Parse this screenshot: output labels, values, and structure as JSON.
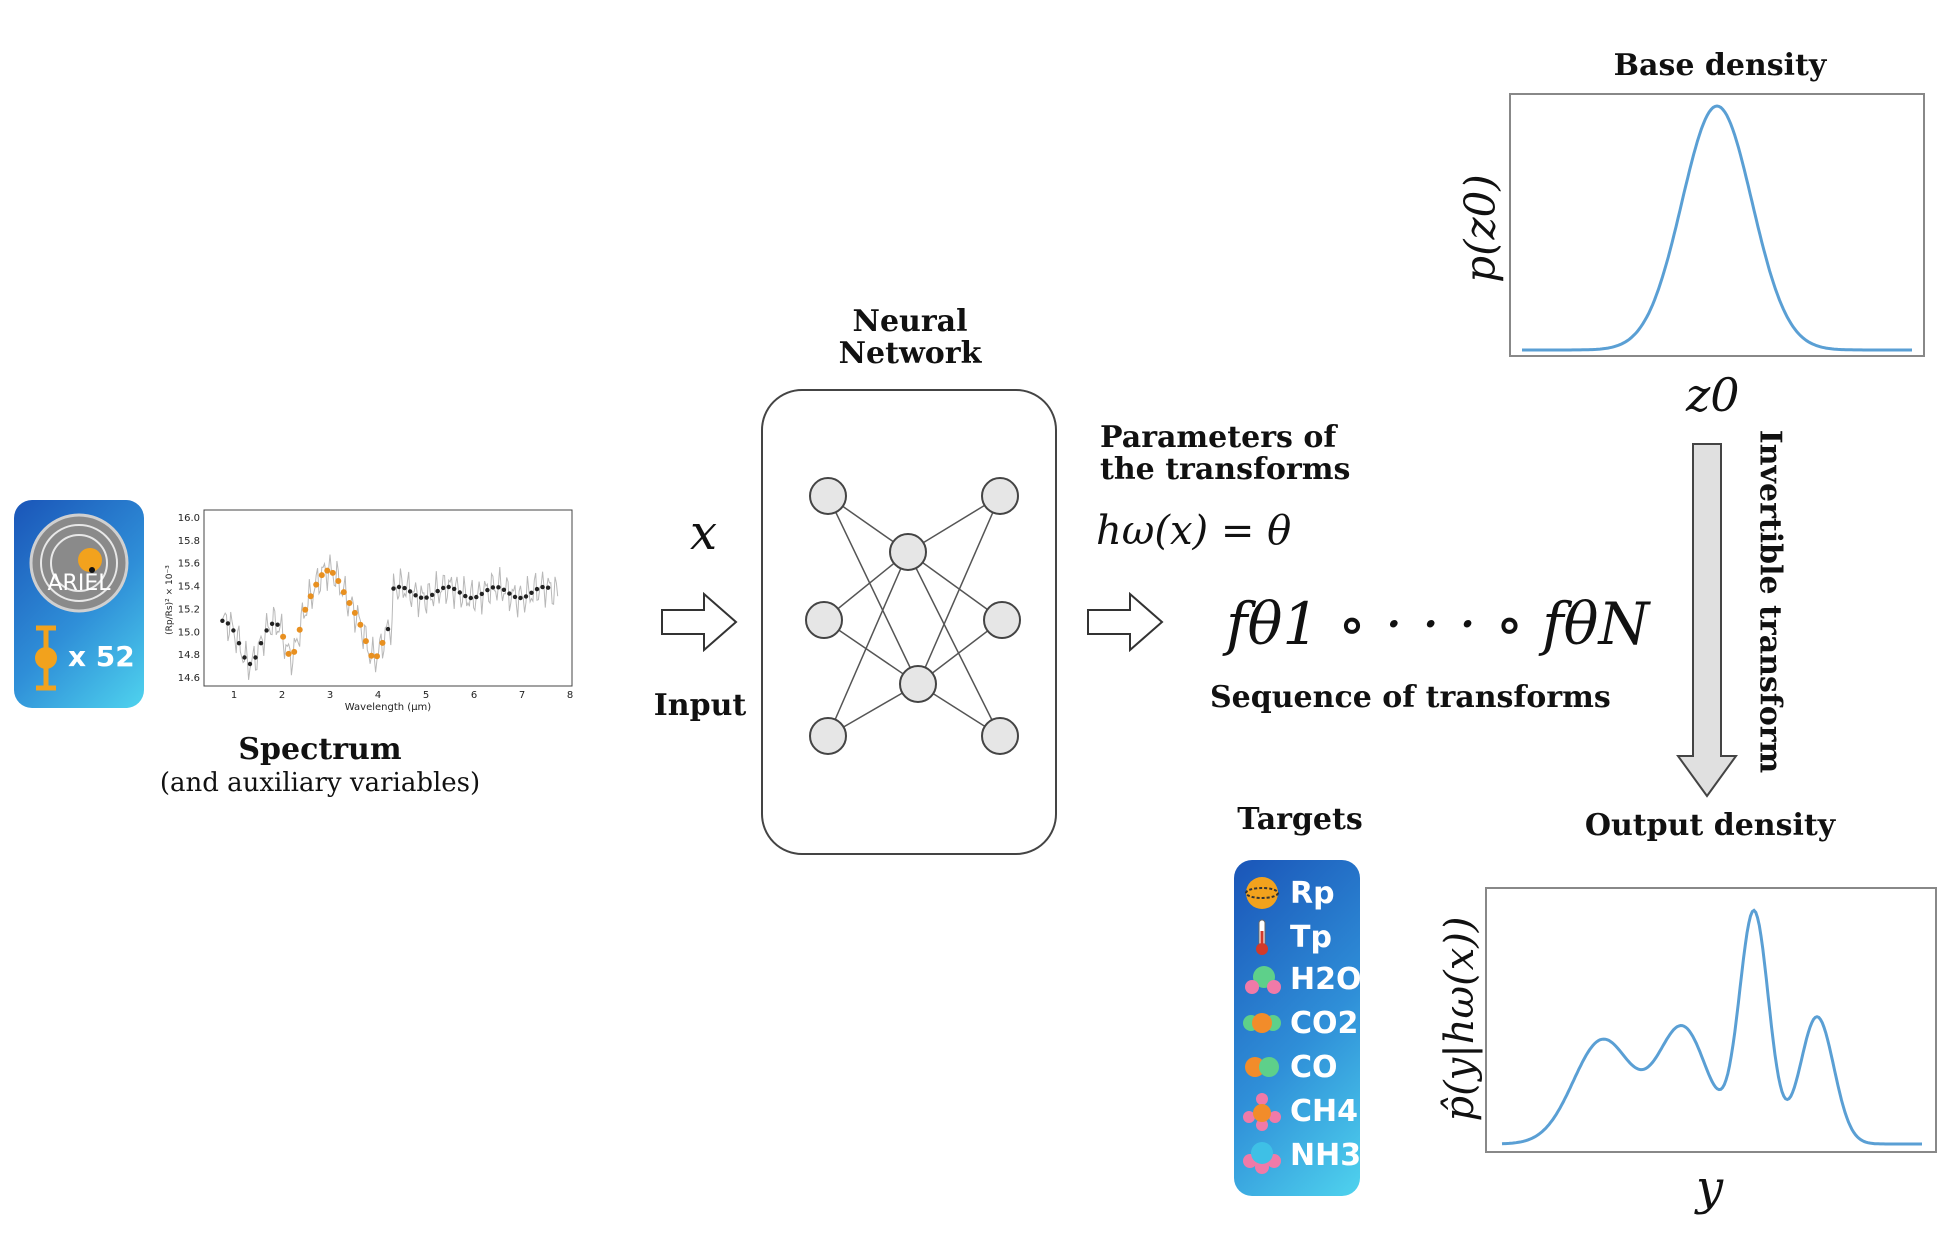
{
  "spectrum": {
    "title": "Spectrum",
    "subtitle": "(and auxiliary variables)",
    "multiplier": "x 52",
    "mission_logo_text": "ARIEL",
    "xlabel": "Wavelength (μm)",
    "ylabel": "(Rp/Rs)² × 10⁻³",
    "x_ticks": [
      "1",
      "2",
      "3",
      "4",
      "5",
      "6",
      "7",
      "8"
    ],
    "y_ticks": [
      "14.6",
      "14.8",
      "15.0",
      "15.2",
      "15.4",
      "15.6",
      "15.8",
      "16.0"
    ]
  },
  "input": {
    "symbol": "x",
    "label": "Input"
  },
  "network": {
    "title_line1": "Neural",
    "title_line2": "Network"
  },
  "parameters": {
    "line1": "Parameters of",
    "line2": "the transforms",
    "equation": "hω(x) = θ"
  },
  "sequence": {
    "expression": "fθ1 ∘ · · · ∘ fθN",
    "label": "Sequence of transforms"
  },
  "base_density": {
    "title": "Base density",
    "ylabel": "p(z0)",
    "xlabel": "z0"
  },
  "invertible": {
    "label": "Invertible transform"
  },
  "output_density": {
    "title": "Output density",
    "ylabel": "p̂(y|hω(x))",
    "xlabel": "y"
  },
  "targets": {
    "title": "Targets",
    "items": [
      {
        "label": "Rp",
        "icon": "planet-icon"
      },
      {
        "label": "Tp",
        "icon": "thermometer-icon"
      },
      {
        "label": "H2O",
        "icon": "water-molecule-icon"
      },
      {
        "label": "CO2",
        "icon": "co2-molecule-icon"
      },
      {
        "label": "CO",
        "icon": "co-molecule-icon"
      },
      {
        "label": "CH4",
        "icon": "methane-molecule-icon"
      },
      {
        "label": "NH3",
        "icon": "ammonia-molecule-icon"
      }
    ]
  },
  "colors": {
    "curve": "#5a9fd4",
    "spectrum_points": "#e89020",
    "panel_start": "#1a55b8",
    "panel_end": "#4fd3ee",
    "node_fill": "#e6e6e6",
    "arrow_fill": "#e0e0e0"
  }
}
